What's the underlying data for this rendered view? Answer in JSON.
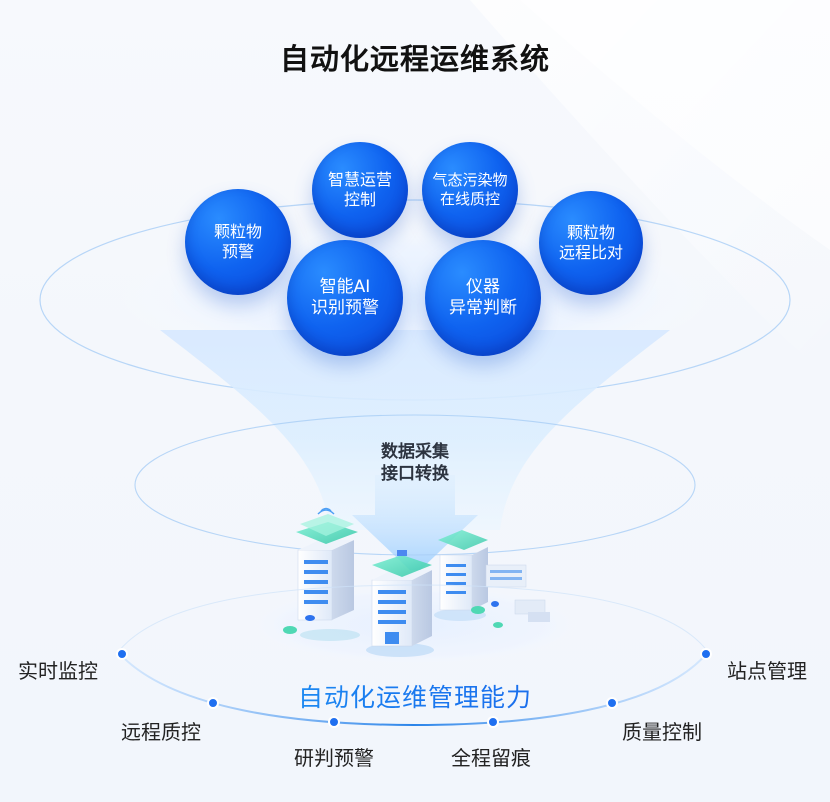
{
  "title": "自动化远程运维系统",
  "top_modules": [
    {
      "id": "particle-warning",
      "lines": [
        "颗粒物",
        "预警"
      ]
    },
    {
      "id": "smart-ops-control",
      "lines": [
        "智慧运营",
        "控制"
      ]
    },
    {
      "id": "gas-pollutant-qc",
      "lines": [
        "气态污染物",
        "在线质控"
      ]
    },
    {
      "id": "particle-remote-compare",
      "lines": [
        "颗粒物",
        "远程比对"
      ]
    },
    {
      "id": "ai-identify-warning",
      "lines": [
        "智能AI",
        "识别预警"
      ]
    },
    {
      "id": "instrument-judgement",
      "lines": [
        "仪器",
        "异常判断"
      ]
    }
  ],
  "center": {
    "line1": "数据采集",
    "line2": "接口转换"
  },
  "capability_label": "自动化运维管理能力",
  "features": {
    "realtime_monitor": "实时监控",
    "remote_qc": "远程质控",
    "judge_warning": "研判预警",
    "full_trace": "全程留痕",
    "quality_control": "质量控制",
    "site_management": "站点管理"
  },
  "colors": {
    "module_blue": "#0f63f0",
    "ring_blue": "#2b84e9",
    "capability_gradient_start": "#27b9f8",
    "capability_gradient_end": "#1953e6"
  }
}
